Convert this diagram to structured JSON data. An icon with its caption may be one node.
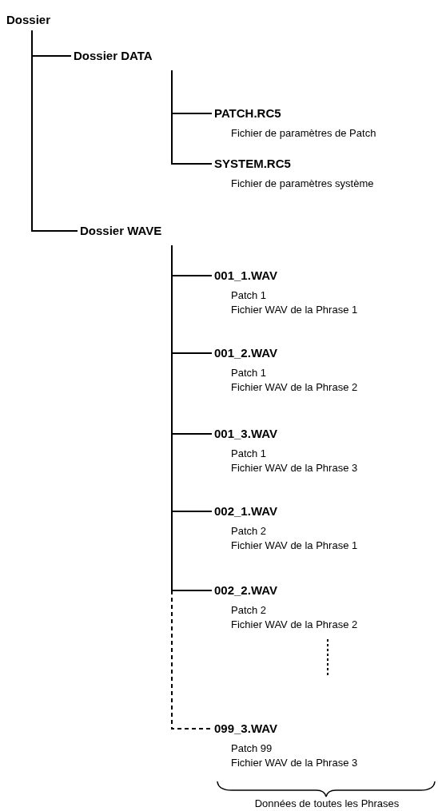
{
  "diagram": {
    "nodes": [
      {
        "text": [
          "Dossier"
        ]
      },
      {
        "text": [
          "Dossier DATA"
        ]
      },
      {
        "text": [
          "PATCH.RC5",
          "Fichier de paramètres de Patch"
        ]
      },
      {
        "text": [
          "SYSTEM.RC5",
          "Fichier de paramètres système"
        ]
      },
      {
        "text": [
          "Dossier WAVE"
        ]
      },
      {
        "text": [
          "001_1.WAV",
          "Patch 1",
          "Fichier WAV de la Phrase 1"
        ]
      },
      {
        "text": [
          "001_2.WAV",
          "Patch 1",
          "Fichier WAV de la Phrase 2"
        ]
      },
      {
        "text": [
          "001_3.WAV",
          "Patch 1",
          "Fichier WAV de la Phrase 3"
        ]
      },
      {
        "text": [
          "002_1.WAV",
          "Patch 2",
          "Fichier WAV de la Phrase 1"
        ]
      },
      {
        "text": [
          "002_2.WAV",
          "Patch 2",
          "Fichier WAV de la Phrase 2"
        ]
      },
      {
        "text": [
          "099_3.WAV",
          "Patch 99",
          "Fichier WAV de la Phrase 3"
        ]
      }
    ],
    "edges": [
      {
        "from": 0,
        "to": 1,
        "arrow": "none"
      },
      {
        "from": 0,
        "to": 4,
        "arrow": "none"
      },
      {
        "from": 1,
        "to": 2,
        "arrow": "none"
      },
      {
        "from": 1,
        "to": 3,
        "arrow": "none"
      },
      {
        "from": 4,
        "to": 5,
        "arrow": "none"
      },
      {
        "from": 4,
        "to": 6,
        "arrow": "none"
      },
      {
        "from": 4,
        "to": 7,
        "arrow": "none"
      },
      {
        "from": 4,
        "to": 8,
        "arrow": "none"
      },
      {
        "from": 4,
        "to": 9,
        "arrow": "none"
      },
      {
        "from": 4,
        "to": 10,
        "arrow": "none",
        "style": "dashed"
      }
    ],
    "labels": [
      "Données de toutes les Phrases"
    ]
  }
}
